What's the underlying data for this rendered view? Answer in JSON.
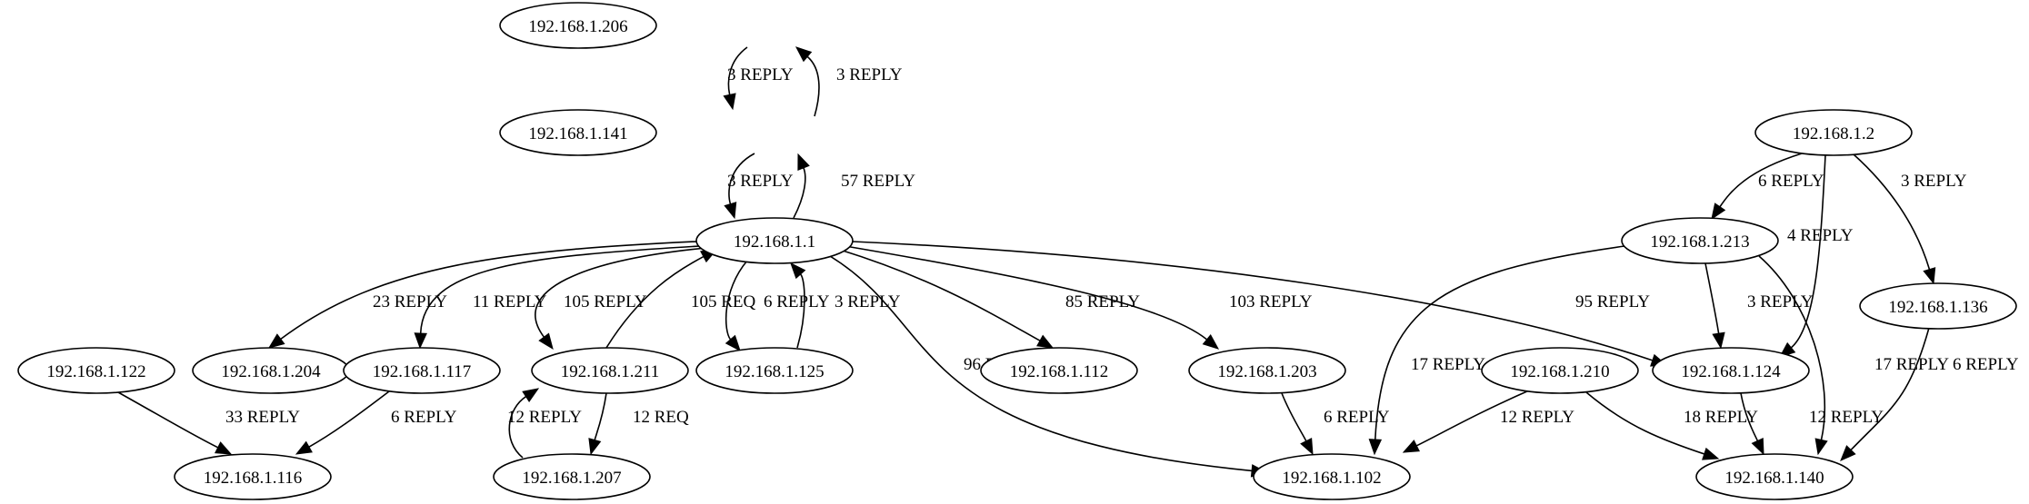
{
  "diagram": {
    "type": "directed-graph",
    "nodes": [
      {
        "id": "n206",
        "label": "192.168.1.206"
      },
      {
        "id": "n141",
        "label": "192.168.1.141"
      },
      {
        "id": "n1",
        "label": "192.168.1.1"
      },
      {
        "id": "n2",
        "label": "192.168.1.2"
      },
      {
        "id": "n213",
        "label": "192.168.1.213"
      },
      {
        "id": "n136",
        "label": "192.168.1.136"
      },
      {
        "id": "n122",
        "label": "192.168.1.122"
      },
      {
        "id": "n204",
        "label": "192.168.1.204"
      },
      {
        "id": "n117",
        "label": "192.168.1.117"
      },
      {
        "id": "n211",
        "label": "192.168.1.211"
      },
      {
        "id": "n125",
        "label": "192.168.1.125"
      },
      {
        "id": "n112",
        "label": "192.168.1.112"
      },
      {
        "id": "n203",
        "label": "192.168.1.203"
      },
      {
        "id": "n210",
        "label": "192.168.1.210"
      },
      {
        "id": "n124",
        "label": "192.168.1.124"
      },
      {
        "id": "n116",
        "label": "192.168.1.116"
      },
      {
        "id": "n207",
        "label": "192.168.1.207"
      },
      {
        "id": "n102",
        "label": "192.168.1.102"
      },
      {
        "id": "n140",
        "label": "192.168.1.140"
      }
    ],
    "edges": [
      {
        "from": "n206",
        "to": "n141",
        "label": "3 REPLY"
      },
      {
        "from": "n141",
        "to": "n206",
        "label": "3 REPLY"
      },
      {
        "from": "n141",
        "to": "n1",
        "label": "3 REPLY"
      },
      {
        "from": "n1",
        "to": "n141",
        "label": "57 REPLY"
      },
      {
        "from": "n1",
        "to": "n204",
        "label": "23 REPLY"
      },
      {
        "from": "n1",
        "to": "n117",
        "label": "11 REPLY"
      },
      {
        "from": "n1",
        "to": "n211",
        "label": "105 REPLY"
      },
      {
        "from": "n211",
        "to": "n1",
        "label": "105 REQ"
      },
      {
        "from": "n1",
        "to": "n125",
        "label": "6 REPLY"
      },
      {
        "from": "n125",
        "to": "n1",
        "label": "3 REPLY"
      },
      {
        "from": "n1",
        "to": "n102",
        "label": "96 REPLY"
      },
      {
        "from": "n1",
        "to": "n112",
        "label": "85 REPLY"
      },
      {
        "from": "n1",
        "to": "n203",
        "label": "103 REPLY"
      },
      {
        "from": "n1",
        "to": "n124",
        "label": "95 REPLY"
      },
      {
        "from": "n2",
        "to": "n213",
        "label": "6 REPLY"
      },
      {
        "from": "n2",
        "to": "n124",
        "label": "4 REPLY"
      },
      {
        "from": "n2",
        "to": "n136",
        "label": "3 REPLY"
      },
      {
        "from": "n213",
        "to": "n102",
        "label": "17 REPLY"
      },
      {
        "from": "n213",
        "to": "n124",
        "label": "3 REPLY"
      },
      {
        "from": "n213",
        "to": "n140",
        "label": "17 REPLY"
      },
      {
        "from": "n136",
        "to": "n140",
        "label": "6 REPLY"
      },
      {
        "from": "n122",
        "to": "n116",
        "label": "33 REPLY"
      },
      {
        "from": "n117",
        "to": "n116",
        "label": "6 REPLY"
      },
      {
        "from": "n211",
        "to": "n207",
        "label": "12 REQ"
      },
      {
        "from": "n207",
        "to": "n211",
        "label": "12 REPLY"
      },
      {
        "from": "n203",
        "to": "n102",
        "label": "6 REPLY"
      },
      {
        "from": "n210",
        "to": "n102",
        "label": "12 REPLY"
      },
      {
        "from": "n210",
        "to": "n140",
        "label": "18 REPLY"
      },
      {
        "from": "n124",
        "to": "n140",
        "label": "12 REPLY"
      }
    ]
  }
}
